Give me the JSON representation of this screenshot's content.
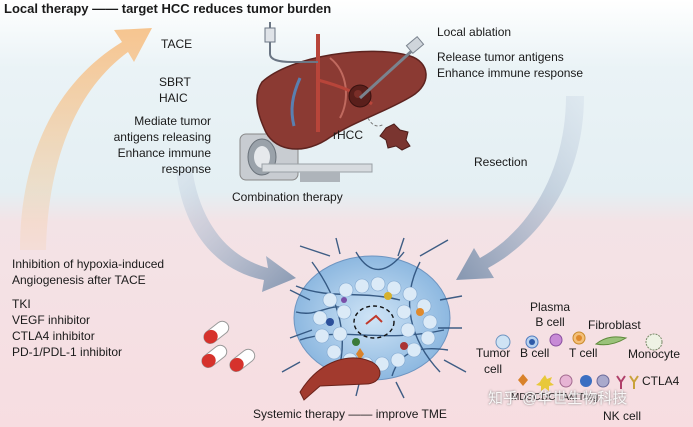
{
  "title": "Local therapy —— target HCC reduces tumor burden",
  "local_therapy": {
    "tace": "TACE",
    "sbrt": "SBRT",
    "haic": "HAIC",
    "mediate_1": "Mediate tumor",
    "mediate_2": "antigens releasing",
    "mediate_3": "Enhance  immune",
    "mediate_4": "response"
  },
  "ablation": {
    "label": "Local ablation",
    "effect_1": "Release tumor antigens",
    "effect_2": "Enhance immune response"
  },
  "resection": "Resection",
  "rhcc": "rHCC",
  "combination": "Combination therapy",
  "hypoxia_1": "Inhibition of hypoxia-induced",
  "hypoxia_2": "Angiogenesis after TACE",
  "drugs": [
    "TKI",
    "VEGF inhibitor",
    "CTLA4 inhibitor",
    "PD-1/PDL-1 inhibitor"
  ],
  "systemic": "Systemic therapy —— improve TME",
  "cells": {
    "plasma_1": "Plasma",
    "plasma_2": "B cell",
    "fibroblast": "Fibroblast",
    "tumor_1": "Tumor",
    "tumor_2": "cell",
    "bcell": "B cell",
    "tcell": "T cell",
    "monocyte": "Monocyte",
    "mdsc": "MDSC",
    "dc": "DC",
    "tam": "TAM",
    "treg": "Treg",
    "ctla4": "CTLA4",
    "nk": "NK cell"
  },
  "watermark": "知乎 @华世生物科技",
  "colors": {
    "arrow_orange": "#f6c28a",
    "arrow_blue": "#8a9bb5",
    "liver": "#8b3a33",
    "vessel": "#b8453a",
    "capsule_red": "#d6322c",
    "tumor_blue": "#b9d7ef",
    "fiber": "#2b4f7a"
  }
}
